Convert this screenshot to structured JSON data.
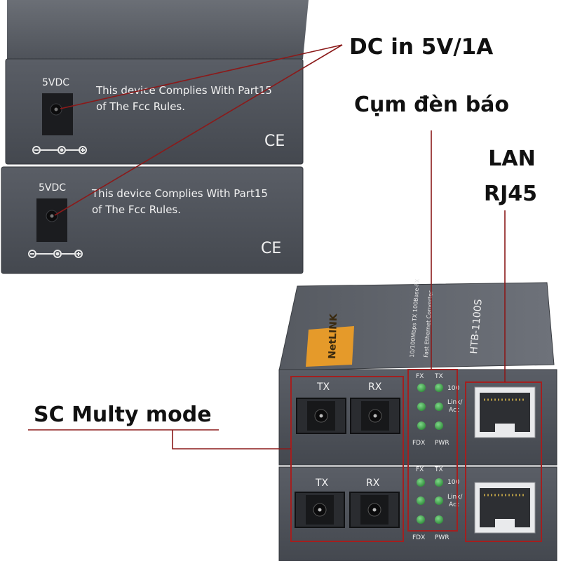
{
  "back_panel": {
    "power_label": "5VDC",
    "fcc_line1": "This device Complies With Part15",
    "fcc_line2": "of The Fcc Rules.",
    "ce_mark": "CE",
    "polarity_icon": "dc-polarity-icon"
  },
  "front_panel": {
    "fiber_tx_label": "TX",
    "fiber_rx_label": "RX",
    "led_fx": "FX",
    "led_tx": "TX",
    "led_100": "100",
    "led_link": "Link/",
    "led_act": "Act",
    "led_fdx": "FDX",
    "led_pwr": "PWR",
    "top_brand": "NetLINK",
    "top_model": "HTB-1100S",
    "top_desc1": "10/100Mbps TX 100Base-FX",
    "top_desc2": "Fast Ethernet Converter"
  },
  "callouts": {
    "dc_in": "DC in 5V/1A",
    "led_group": "Cụm đèn báo",
    "lan": "LAN",
    "rj45": "RJ45",
    "sc_mode": "SC Multy mode"
  },
  "colors": {
    "device_body": "#54585f",
    "device_face": "#4d5158",
    "callout_line": "#8b1a1a",
    "highlight_box": "#a31f1f",
    "led_green": "#3fa74a"
  }
}
